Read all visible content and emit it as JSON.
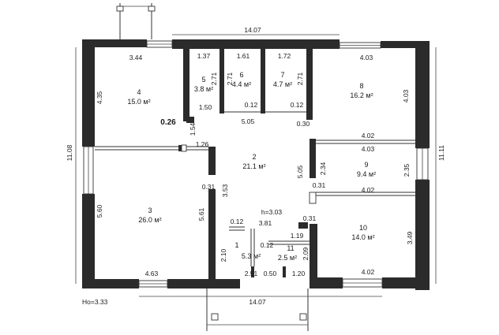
{
  "rooms": [
    {
      "id": "room-1",
      "num": "1",
      "area": "5.3 м²"
    },
    {
      "id": "room-2",
      "num": "2",
      "area": "21.1 м²"
    },
    {
      "id": "room-3",
      "num": "3",
      "area": "26.0 м²"
    },
    {
      "id": "room-4",
      "num": "4",
      "area": "15.0 м²"
    },
    {
      "id": "room-5",
      "num": "5",
      "area": "3.8 м²"
    },
    {
      "id": "room-6",
      "num": "6",
      "area": "4.4 м²"
    },
    {
      "id": "room-7",
      "num": "7",
      "area": "4.7 м²"
    },
    {
      "id": "room-8",
      "num": "8",
      "area": "16.2 м²"
    },
    {
      "id": "room-9",
      "num": "9",
      "area": "9.4 м²"
    },
    {
      "id": "room-10",
      "num": "10",
      "area": "14.0 м²"
    },
    {
      "id": "room-11",
      "num": "11",
      "area": "2.5 м²"
    }
  ],
  "dims": {
    "top_total": "14.07",
    "bottom_total": "14.07",
    "left_total": "11.08",
    "right_total": "11.11",
    "d_3_44": "3.44",
    "d_1_37": "1.37",
    "d_1_61": "1.61",
    "d_1_72": "1.72",
    "d_4_03_top": "4.03",
    "d_4_35": "4.35",
    "d_2_71a": "2.71",
    "d_2_71b": "2.71",
    "d_2_71c": "2.71",
    "d_4_03_right": "4.03",
    "d_1_50": "1.50",
    "d_0_12a": "0.12",
    "d_0_12b": "0.12",
    "d_5_05a": "5.05",
    "d_0_30": "0.30",
    "d_0_26": "0.26",
    "d_1_54": "1.54",
    "d_1_26": "1.26",
    "d_4_02a": "4.02",
    "d_4_03_mid": "4.03",
    "d_5_05b": "5.05",
    "d_2_34": "2.34",
    "d_2_35": "2.35",
    "d_0_31a": "0.31",
    "d_3_53": "3.53",
    "d_0_31b": "0.31",
    "d_4_02b": "4.02",
    "d_5_60": "5.60",
    "d_5_61": "5.61",
    "d_0_12c": "0.12",
    "d_3_81": "3.81",
    "d_0_31c": "0.31",
    "d_1_19": "1.19",
    "d_0_12d": "0.12",
    "d_2_09": "2.09",
    "d_3_49": "3.49",
    "d_2_10": "2.10",
    "d_4_63": "4.63",
    "d_2_51": "2.51",
    "d_0_50": "0.50",
    "d_1_20": "1.20",
    "d_4_02c": "4.02"
  },
  "notes": {
    "ceiling": "h=3.03",
    "floor": "Ho=3.33"
  }
}
